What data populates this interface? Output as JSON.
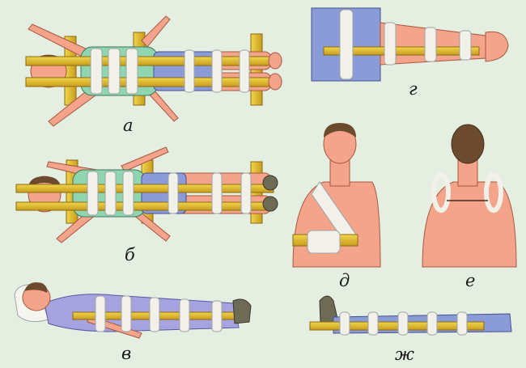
{
  "panels": [
    {
      "id": "a",
      "label": "а",
      "description_key": "panel-a"
    },
    {
      "id": "b",
      "label": "б",
      "description_key": "panel-b"
    },
    {
      "id": "v",
      "label": "в",
      "description_key": "panel-v"
    },
    {
      "id": "g",
      "label": "г",
      "description_key": "panel-g"
    },
    {
      "id": "d",
      "label": "д",
      "description_key": "panel-d"
    },
    {
      "id": "e",
      "label": "е",
      "description_key": "panel-e"
    },
    {
      "id": "zh",
      "label": "ж",
      "description_key": "panel-zh"
    }
  ],
  "colors": {
    "background": "#e4efe1",
    "splint": "#e0c230",
    "splint_dark": "#a07b16",
    "bandage": "#f1f1ea",
    "bandage_shadow": "#b9c0c2",
    "skin": "#f4a48a",
    "skin_dark": "#d97d66",
    "shirt_green": "#8fd6b0",
    "trousers_blue": "#8a9bd8",
    "trousers_lilac": "#a7a3e0",
    "hair": "#6b4a2e",
    "shoe": "#6d6a55"
  }
}
